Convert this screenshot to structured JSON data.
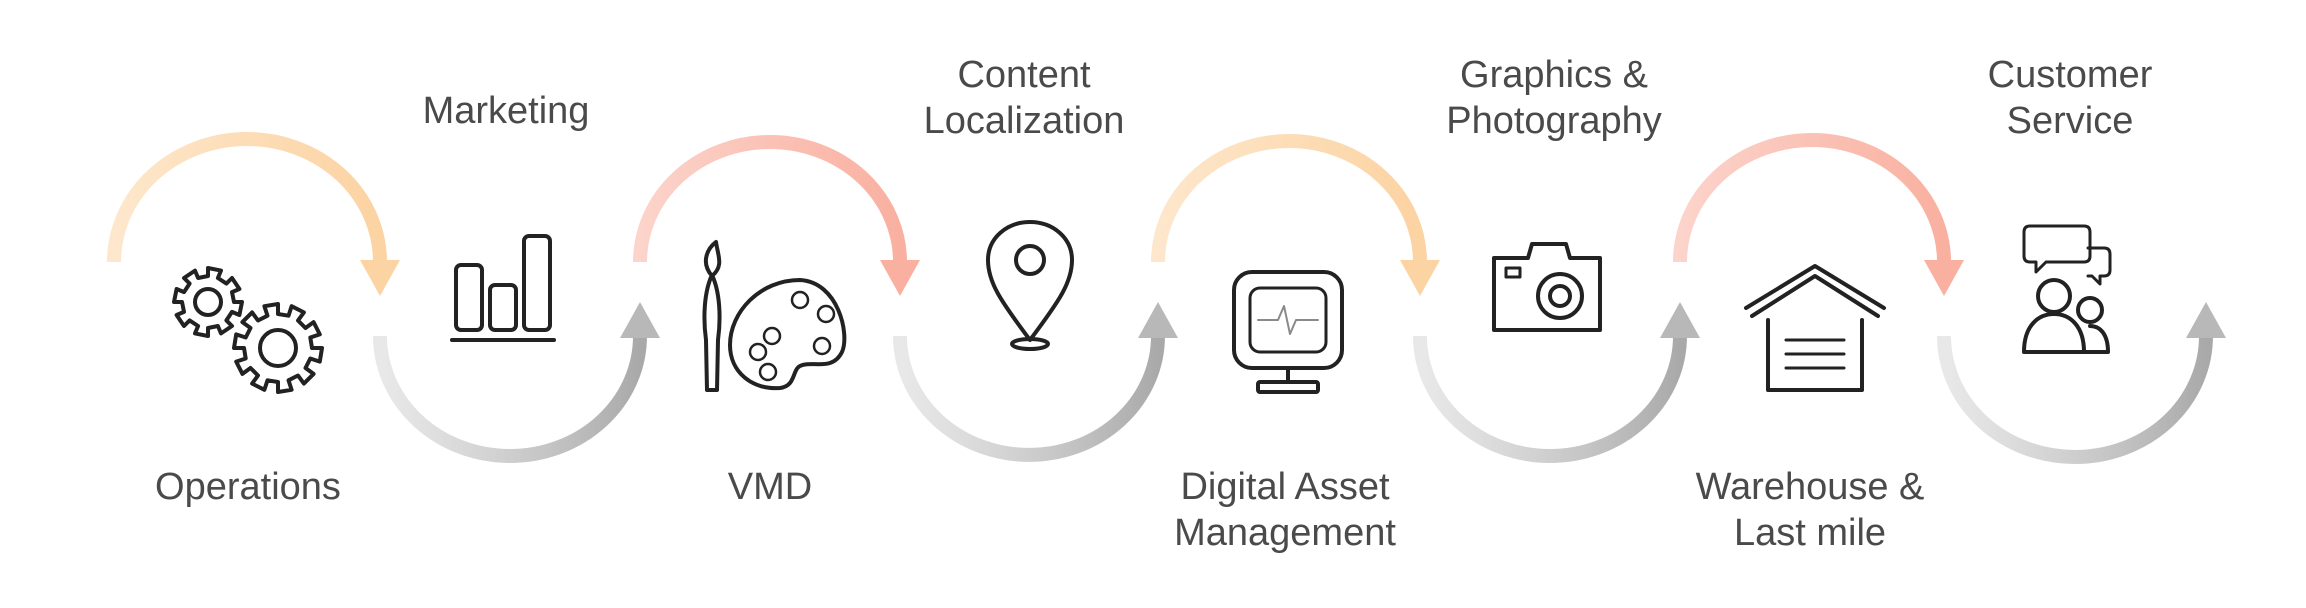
{
  "colors": {
    "arrow_top_orange": "#fcd3a2",
    "arrow_top_pink": "#f9b0a0",
    "arrow_bottom_gray": "#b8b8b8",
    "icon_stroke": "#222222",
    "label_text": "#4a4a4a"
  },
  "steps": [
    {
      "label": "Operations",
      "icon": "gears-icon"
    },
    {
      "label": "Marketing",
      "icon": "bar-chart-icon"
    },
    {
      "label": "VMD",
      "icon": "paint-palette-icon"
    },
    {
      "label": "Content\nLocalization",
      "icon": "map-pin-icon"
    },
    {
      "label": "Digital Asset\nManagement",
      "icon": "monitor-icon"
    },
    {
      "label": "Graphics &\nPhotography",
      "icon": "camera-icon"
    },
    {
      "label": "Warehouse &\nLast mile",
      "icon": "warehouse-icon"
    },
    {
      "label": "Customer\nService",
      "icon": "customer-service-icon"
    }
  ]
}
